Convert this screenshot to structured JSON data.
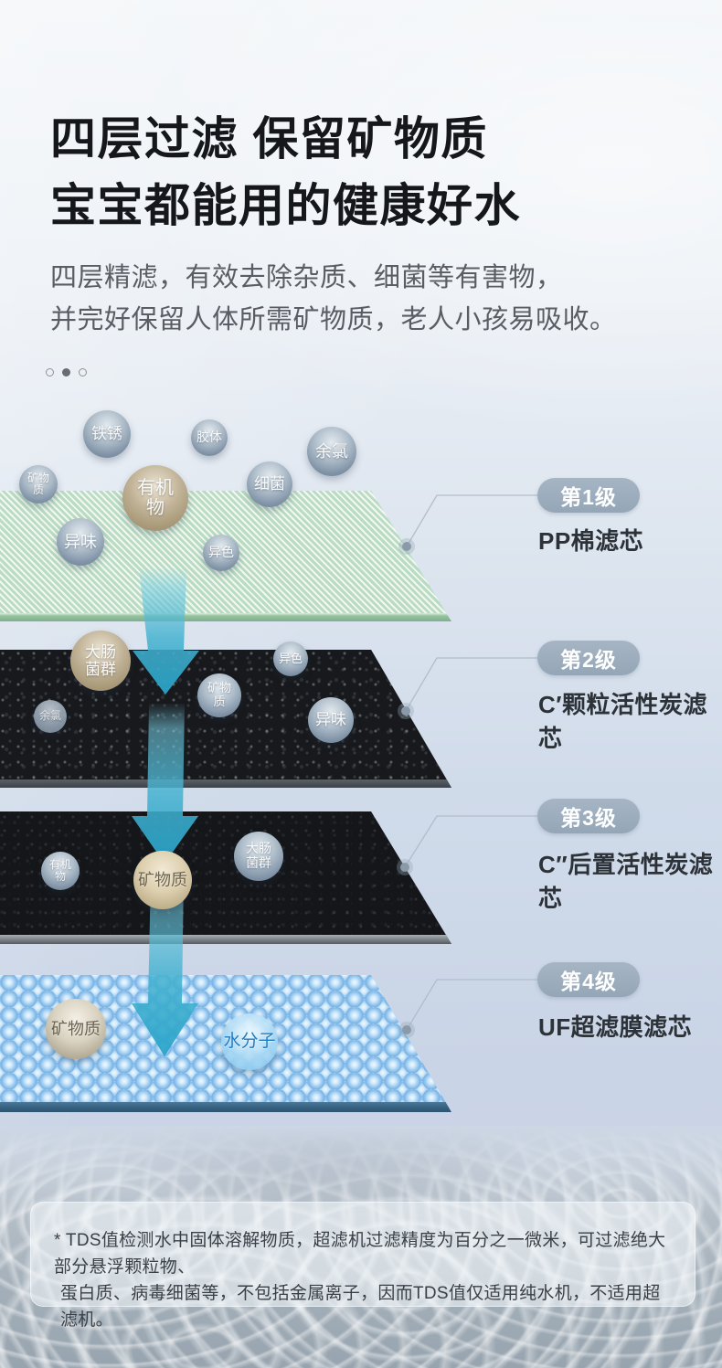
{
  "page": {
    "title_line1": "四层过滤 保留矿物质",
    "title_line2": "宝宝都能用的健康好水",
    "subtitle_line1": "四层精滤，有效去除杂质、细菌等有害物，",
    "subtitle_line2": "并完好保留人体所需矿物质，老人小孩易吸收。"
  },
  "carousel": {
    "dot_count": 3,
    "active_index": 1
  },
  "diagram": {
    "stages": [
      {
        "badge": "第1级",
        "name": "PP棉滤芯"
      },
      {
        "badge": "第2级",
        "name": "C′颗粒活性炭滤芯"
      },
      {
        "badge": "第3级",
        "name": "C″后置活性炭滤芯"
      },
      {
        "badge": "第4级",
        "name": "UF超滤膜滤芯"
      }
    ],
    "bubbles": [
      {
        "label": "铁锈",
        "layer": 1
      },
      {
        "label": "胶体",
        "layer": 1
      },
      {
        "label": "余氯",
        "layer": 1
      },
      {
        "label": "矿物\n质",
        "layer": 1
      },
      {
        "label": "有机\n物",
        "layer": 1
      },
      {
        "label": "细菌",
        "layer": 1
      },
      {
        "label": "异味",
        "layer": 1
      },
      {
        "label": "异色",
        "layer": 1
      },
      {
        "label": "大肠\n菌群",
        "layer": 2
      },
      {
        "label": "异色",
        "layer": 2
      },
      {
        "label": "矿物\n质",
        "layer": 2
      },
      {
        "label": "余氯",
        "layer": 2
      },
      {
        "label": "异味",
        "layer": 2
      },
      {
        "label": "有机\n物",
        "layer": 3
      },
      {
        "label": "矿物质",
        "layer": 3
      },
      {
        "label": "大肠\n菌群",
        "layer": 3
      },
      {
        "label": "矿物质",
        "layer": 4
      },
      {
        "label": "水分子",
        "layer": 4
      }
    ]
  },
  "footnote": {
    "line1": "* TDS值检测水中固体溶解物质，超滤机过滤精度为百分之一微米，可过滤绝大部分悬浮颗粒物、",
    "line2": "蛋白质、病毒细菌等，不包括金属离子，因而TDS值仅适用纯水机，不适用超滤机。"
  },
  "colors": {
    "title_text": "#15171a",
    "subtitle_text": "#5a5e64",
    "badge_bg": "#9cadbd",
    "badge_text": "#ffffff",
    "stage_name_text": "#2d3238",
    "arrow_cyan": "#2ea8cd",
    "layer1_green": "#b7dbc0",
    "layer1_edge": "#7fae8c",
    "layer2_black": "#17191c",
    "layer3_black": "#141619",
    "layer4_blue": "#92c5ee",
    "layer4_edge": "#35607f",
    "background_top": "#f2f5f8",
    "background_blue": "#c9d4e6"
  }
}
